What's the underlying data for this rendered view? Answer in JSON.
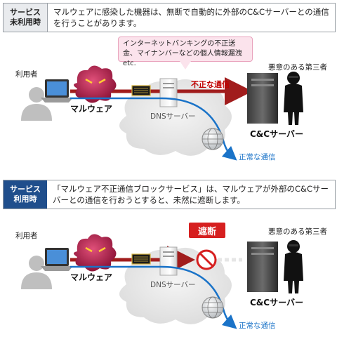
{
  "panel_before": {
    "tag": "サービス\n未利用時",
    "description": "マルウェアに感染した機器は、無断で自動的に外部のC&Cサーバーとの通信を行うことがあります。",
    "user_label": "利用者",
    "malware_label": "マルウェア",
    "dns_label": "DNSサーバー",
    "attacker_label": "悪意のある第三者",
    "cc_label": "C&Cサーバー",
    "normal_label": "正常な通信",
    "illegal_label": "不正な通信",
    "callout": "インターネットバンキングの不正送金、マイナンバーなどの個人情報漏洩 etc."
  },
  "panel_after": {
    "tag": "サービス\n利用時",
    "description": "「マルウェア不正通信ブロックサービス」は、マルウェアが外部のC&Cサーバーとの通信を行おうとすると、未然に遮断します。",
    "user_label": "利用者",
    "malware_label": "マルウェア",
    "dns_label": "DNSサーバー",
    "attacker_label": "悪意のある第三者",
    "cc_label": "C&Cサーバー",
    "normal_label": "正常な通信",
    "block_label": "遮断"
  },
  "colors": {
    "accent_blue": "#1f4e8c",
    "illegal_red": "#a11d1d",
    "normal_blue": "#1a73c8",
    "block_red": "#d61f1f"
  }
}
